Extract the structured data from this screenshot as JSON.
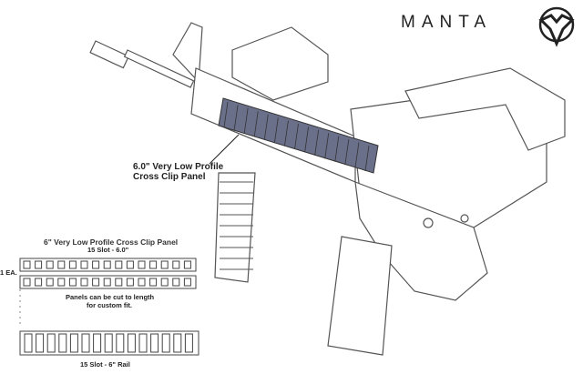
{
  "brand": {
    "name": "MANTA"
  },
  "callout": {
    "line1": "6.0\" Very Low Profile",
    "line2": "Cross Clip Panel"
  },
  "panel_diagram": {
    "title": "6\" Very Low Profile Cross Clip Panel",
    "subtitle": "15 Slot - 6.0\"",
    "quantity": "1 EA.",
    "note_line1": "Panels can be cut to length",
    "note_line2": "for custom fit.",
    "rail_label": "15 Slot - 6\" Rail",
    "slot_count": 15
  },
  "colors": {
    "line": "#555555",
    "panel": "#6a6f8a"
  }
}
